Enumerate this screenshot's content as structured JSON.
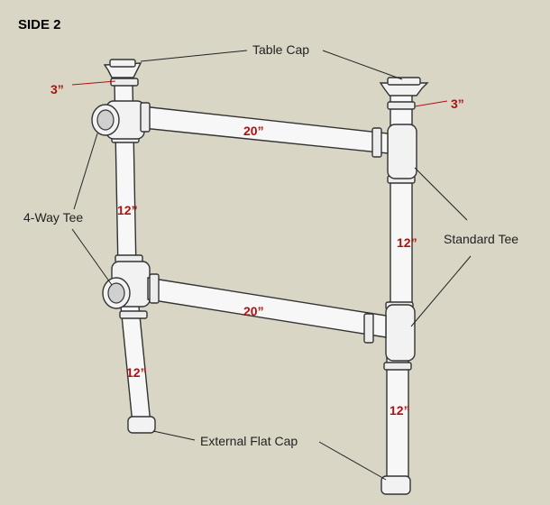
{
  "title": "SIDE 2",
  "callouts": {
    "table_cap": "Table Cap",
    "four_way_tee": "4-Way Tee",
    "standard_tee": "Standard Tee",
    "external_flat_cap": "External Flat Cap"
  },
  "dimensions": {
    "cap_left": "3”",
    "cap_right": "3”",
    "rail_top": "20”",
    "rail_bottom": "20”",
    "left_upper": "12”",
    "left_lower": "12”",
    "right_upper": "12”",
    "right_lower": "12”"
  },
  "colors": {
    "background": "#d9d6c6",
    "dimension_text": "#b01010"
  }
}
